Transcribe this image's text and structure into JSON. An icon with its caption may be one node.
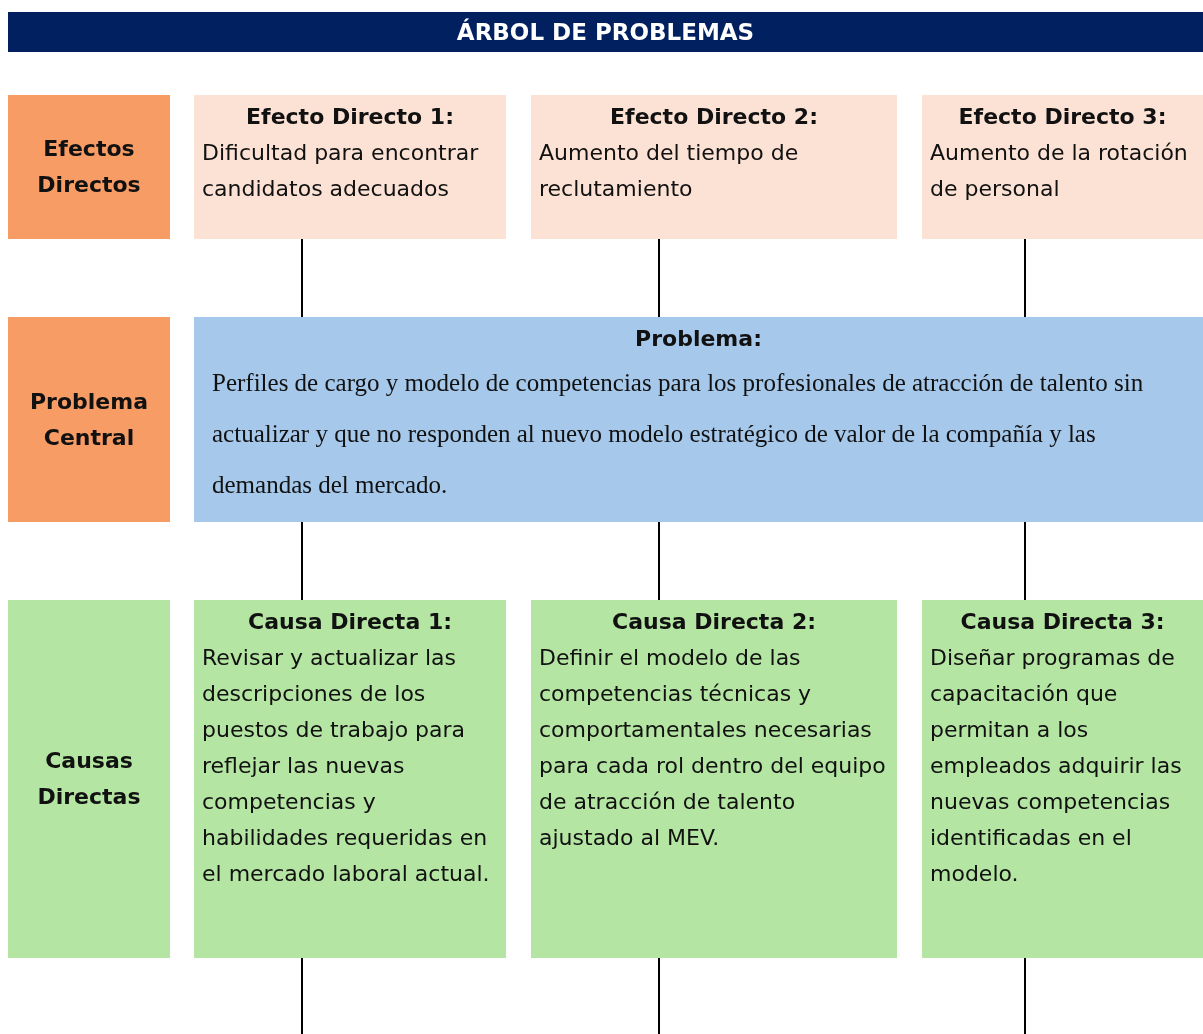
{
  "diagram": {
    "title": "ÁRBOL DE PROBLEMAS",
    "nodes": [
      {
        "text": [
          "Efectos Directos"
        ]
      },
      {
        "text": [
          "Efecto Directo 1:",
          "Dificultad para encontrar candidatos adecuados"
        ]
      },
      {
        "text": [
          "Efecto Directo 2:",
          "Aumento del tiempo de reclutamiento"
        ]
      },
      {
        "text": [
          "Efecto Directo 3:",
          "Aumento de la rotación de personal"
        ]
      },
      {
        "text": [
          "Problema Central"
        ]
      },
      {
        "text": [
          "Problema:",
          "Perfiles de cargo y modelo de competencias para los profesionales de atracción de talento sin actualizar y que no responden al nuevo modelo estratégico de valor de la compañía y las demandas del mercado."
        ]
      },
      {
        "text": [
          "Causas Directas"
        ]
      },
      {
        "text": [
          "Causa Directa 1:",
          "Revisar y actualizar las descripciones de los puestos de trabajo para reflejar las nuevas competencias y habilidades requeridas en el mercado laboral actual."
        ]
      },
      {
        "text": [
          "Causa Directa 2:",
          "Definir el modelo de las competencias técnicas y comportamentales necesarias para cada rol dentro del equipo de atracción de talento ajustado al MEV."
        ]
      },
      {
        "text": [
          "Causa Directa 3:",
          "Diseñar programas de capacitación que permitan a los empleados adquirir las nuevas competencias identificadas en el modelo."
        ]
      }
    ],
    "edges": [
      {
        "from": 1,
        "to": 5,
        "arrow": "none"
      },
      {
        "from": 2,
        "to": 5,
        "arrow": "none"
      },
      {
        "from": 3,
        "to": 5,
        "arrow": "none"
      },
      {
        "from": 5,
        "to": 7,
        "arrow": "none"
      },
      {
        "from": 5,
        "to": 8,
        "arrow": "none"
      },
      {
        "from": 5,
        "to": 9,
        "arrow": "none"
      },
      {
        "from": 7,
        "to": null,
        "arrow": "none"
      },
      {
        "from": 8,
        "to": null,
        "arrow": "none"
      },
      {
        "from": 9,
        "to": null,
        "arrow": "none"
      }
    ]
  }
}
